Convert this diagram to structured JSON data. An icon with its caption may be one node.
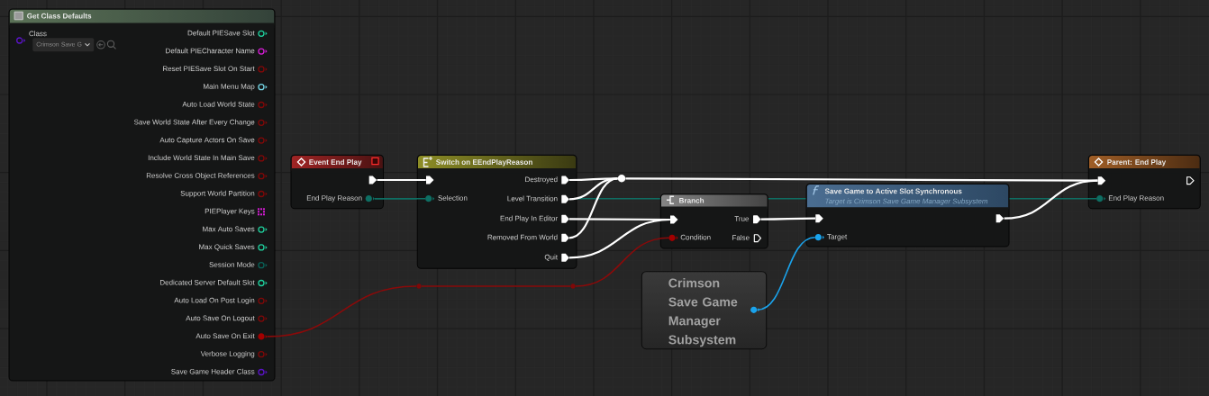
{
  "diagram": {
    "nodes": [
      {
        "text": [
          "Get Class Defaults"
        ]
      },
      {
        "text": [
          "Class"
        ],
        "in": 0
      },
      {
        "text": [
          "Crimson Save G"
        ],
        "in": 0
      },
      {
        "text": [
          "Default PIESave Slot"
        ],
        "in": 0
      },
      {
        "text": [
          "Default PIECharacter Name"
        ],
        "in": 0
      },
      {
        "text": [
          "Reset PIESave Slot On Start"
        ],
        "in": 0
      },
      {
        "text": [
          "Main Menu Map"
        ],
        "in": 0
      },
      {
        "text": [
          "Auto Load World State"
        ],
        "in": 0
      },
      {
        "text": [
          "Save World State After Every Change"
        ],
        "in": 0
      },
      {
        "text": [
          "Auto Capture Actors On Save"
        ],
        "in": 0
      },
      {
        "text": [
          "Include World State In Main Save"
        ],
        "in": 0
      },
      {
        "text": [
          "Resolve Cross Object References"
        ],
        "in": 0
      },
      {
        "text": [
          "Support World Partition"
        ],
        "in": 0
      },
      {
        "text": [
          "PIEPlayer Keys"
        ],
        "in": 0
      },
      {
        "text": [
          "Max Auto Saves"
        ],
        "in": 0
      },
      {
        "text": [
          "Max Quick Saves"
        ],
        "in": 0
      },
      {
        "text": [
          "Session Mode"
        ],
        "in": 0
      },
      {
        "text": [
          "Dedicated Server Default Slot"
        ],
        "in": 0
      },
      {
        "text": [
          "Auto Load On Post Login"
        ],
        "in": 0
      },
      {
        "text": [
          "Auto Save On Logout"
        ],
        "in": 0
      },
      {
        "text": [
          "Auto Save On Exit"
        ],
        "in": 0
      },
      {
        "text": [
          "Verbose Logging"
        ],
        "in": 0
      },
      {
        "text": [
          "Save Game Header Class"
        ],
        "in": 0
      },
      {
        "text": [
          "Event End Play"
        ]
      },
      {
        "text": [],
        "shape": "pentagon",
        "in": 23
      },
      {
        "text": [
          "End Play Reason"
        ],
        "in": 23
      },
      {
        "text": [
          "Switch on EEndPlayReason"
        ]
      },
      {
        "text": [],
        "shape": "pentagon",
        "in": 26
      },
      {
        "text": [
          "Selection"
        ],
        "in": 26
      },
      {
        "text": [
          "Destroyed"
        ],
        "in": 26
      },
      {
        "text": [
          "Level Transition"
        ],
        "in": 26
      },
      {
        "text": [
          "End Play In Editor"
        ],
        "in": 26
      },
      {
        "text": [
          "Removed From World"
        ],
        "in": 26
      },
      {
        "text": [
          "Quit"
        ],
        "in": 26
      },
      {
        "text": [],
        "shape": "circle"
      },
      {
        "text": [],
        "shape": "circle"
      },
      {
        "text": [],
        "shape": "circle"
      },
      {
        "text": [
          "Branch"
        ]
      },
      {
        "text": [],
        "shape": "pentagon",
        "in": 37
      },
      {
        "text": [
          "Condition"
        ],
        "in": 37
      },
      {
        "text": [
          "True"
        ],
        "in": 37
      },
      {
        "text": [
          "False"
        ],
        "in": 37
      },
      {
        "text": [
          "Crimson Save Game Manager Subsystem"
        ]
      },
      {
        "text": [],
        "shape": "circle",
        "in": 42
      },
      {
        "text": [
          "Save Game to Active Slot Synchronous",
          "Target is Crimson Save Game Manager Subsystem"
        ]
      },
      {
        "text": [],
        "shape": "pentagon",
        "in": 44
      },
      {
        "text": [
          "Target"
        ],
        "in": 44
      },
      {
        "text": [],
        "shape": "pentagon",
        "in": 44
      },
      {
        "text": [
          "Parent: End Play"
        ]
      },
      {
        "text": [],
        "shape": "pentagon",
        "in": 48
      },
      {
        "text": [],
        "shape": "pentagon",
        "in": 48
      },
      {
        "text": [
          "End Play Reason"
        ],
        "in": 48
      }
    ],
    "edges": [
      {
        "from": 24,
        "to": 27,
        "arrow": "none"
      },
      {
        "from": 25,
        "to": 28,
        "arrow": "none",
        "color": "#0e6e63"
      },
      {
        "from": 25,
        "to": 51,
        "arrow": "none",
        "color": "#0e6e63"
      },
      {
        "from": 29,
        "to": 36,
        "arrow": "none"
      },
      {
        "from": 30,
        "to": 36,
        "arrow": "none"
      },
      {
        "from": 32,
        "to": 36,
        "arrow": "none"
      },
      {
        "from": 31,
        "to": 38,
        "arrow": "none"
      },
      {
        "from": 33,
        "to": 38,
        "arrow": "none"
      },
      {
        "from": 36,
        "to": 49,
        "arrow": "none"
      },
      {
        "from": 20,
        "to": 34,
        "arrow": "none",
        "color": "#8a0a0a"
      },
      {
        "from": 34,
        "to": 35,
        "arrow": "none",
        "color": "#8a0a0a"
      },
      {
        "from": 35,
        "to": 39,
        "arrow": "none",
        "color": "#8a0a0a"
      },
      {
        "from": 40,
        "to": 45,
        "arrow": "none"
      },
      {
        "from": 43,
        "to": 46,
        "arrow": "none",
        "color": "#1aa3ec"
      },
      {
        "from": 47,
        "to": 49,
        "arrow": "none"
      }
    ]
  }
}
